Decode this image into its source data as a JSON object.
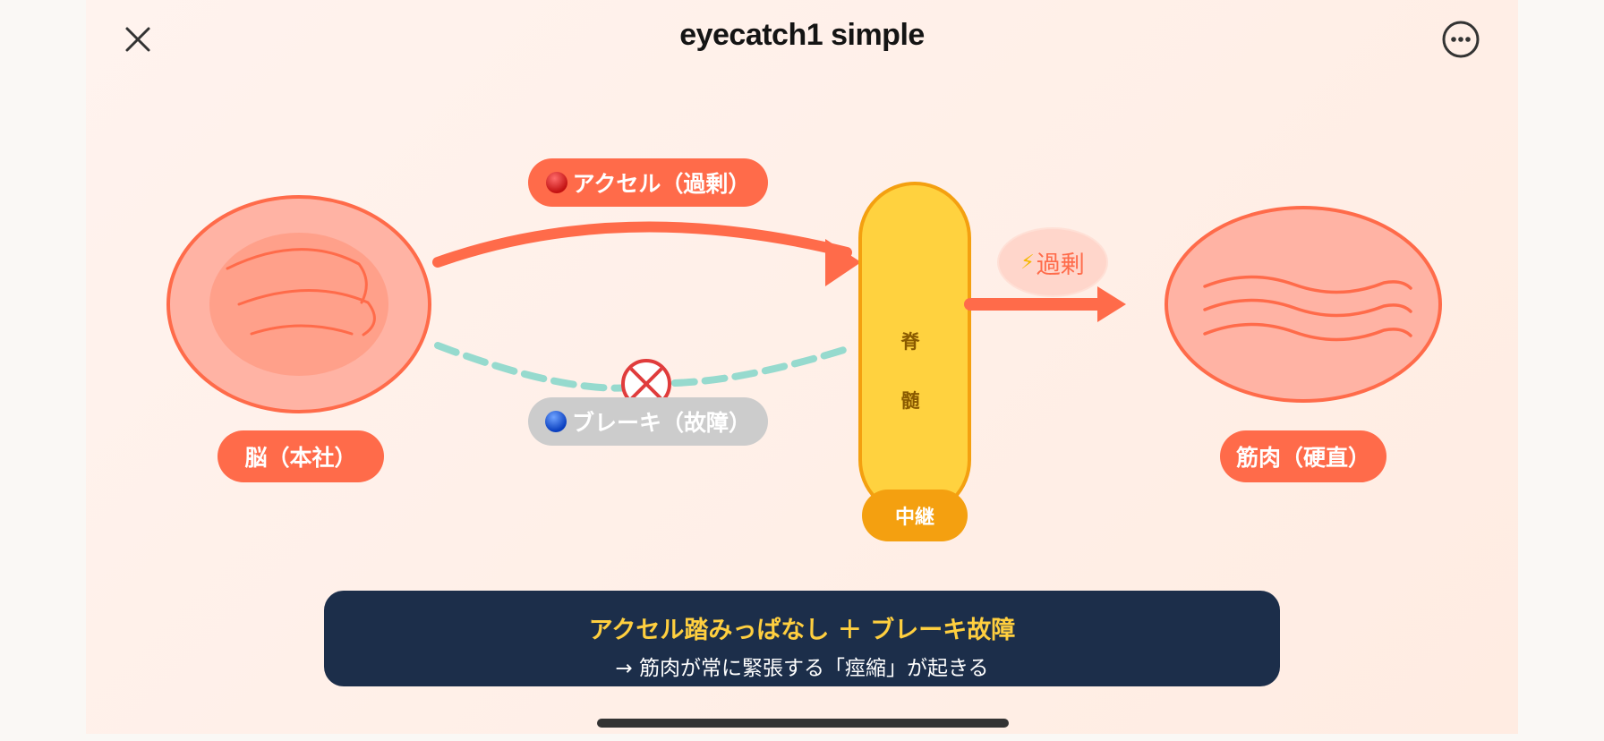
{
  "header": {
    "title": "eyecatch1 simple",
    "close_icon": "close-icon",
    "more_icon": "more-options-icon"
  },
  "diagram": {
    "accel_label": "アクセル（過剰）",
    "brake_label": "ブレーキ（故障）",
    "brain_label": "脳（本社）",
    "muscle_label": "筋肉（硬直）",
    "spine_chars": [
      "脊",
      "髄"
    ],
    "relay_label": "中継",
    "excess_label": "過剰",
    "excess_icon": "lightning-bolt-icon",
    "accel_icon": "red-circle-icon",
    "brake_icon": "blue-circle-icon",
    "blocked_icon": "x-circle-icon"
  },
  "summary": {
    "headline": "アクセル踏みっぱなし ＋ ブレーキ故障",
    "detail": "→ 筋肉が常に緊張する「痙縮」が起きる"
  },
  "colors": {
    "accent": "#ff6b4a",
    "spine": "#ffd23f",
    "spine_border": "#f4a010",
    "brake_line": "#96dace",
    "summary_bg": "#1c2e4a",
    "summary_head": "#ffcf3f",
    "blocked": "#e03c3c"
  }
}
